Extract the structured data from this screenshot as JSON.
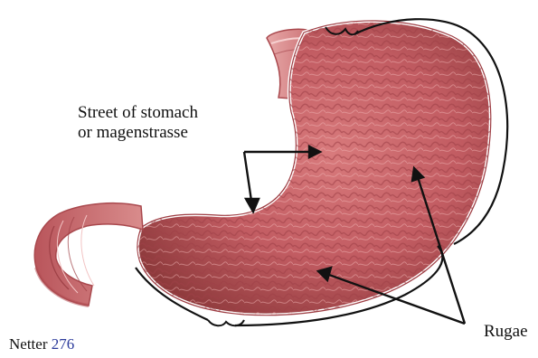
{
  "labels": {
    "street_line1": "Street of stomach",
    "street_line2": "or magenstrasse",
    "rugae": "Rugae",
    "netter_word": "Netter",
    "netter_page": "276"
  },
  "colors": {
    "background": "#ffffff",
    "tissue_dark": "#8e3a3c",
    "tissue_mid": "#c9646a",
    "tissue_light": "#e8a3a3",
    "outline": "#111111",
    "page_number": "#2b3a9b"
  }
}
